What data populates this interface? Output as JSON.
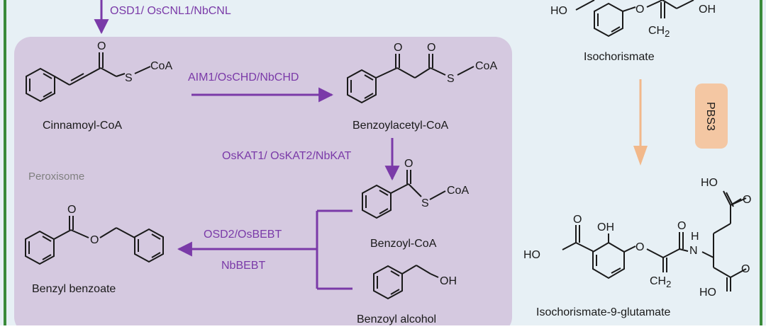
{
  "colors": {
    "background": "#e7f0f5",
    "frame": "#3a8a3a",
    "peroxisome": "#d5c9e0",
    "enzyme_purple": "#7a3aa8",
    "pbs3_box": "#f4c7a3",
    "salmon_arrow": "#f2b88a",
    "structure": "#1a1a1a",
    "peroxisome_label": "#808080"
  },
  "compartment": {
    "label": "Peroxisome"
  },
  "enzymes": {
    "top": "OSD1/ OsCNL1/NbCNL",
    "chd": "AIM1/OsCHD/NbCHD",
    "kat": "OsKAT1/ OsKAT2/NbKAT",
    "bebt_1": "OSD2/OsBEBT",
    "bebt_2": "NbBEBT",
    "pbs3": "PBS3"
  },
  "compounds": {
    "cinnamoyl_coa": "Cinnamoyl-CoA",
    "benzoylacetyl_coa": "Benzoylacetyl-CoA",
    "benzoyl_coa": "Benzoyl-CoA",
    "benzoyl_alcohol": "Benzoyl alcohol",
    "benzyl_benzoate": "Benzyl benzoate",
    "isochorismate": "Isochorismate",
    "isochorismate_9_glutamate": "Isochorismate-9-glutamate"
  },
  "atoms": {
    "O": "O",
    "S": "S",
    "CoA": "CoA",
    "OH": "OH",
    "HO": "HO",
    "H": "H",
    "N": "N",
    "CH2": "CH",
    "sub2": "2"
  }
}
